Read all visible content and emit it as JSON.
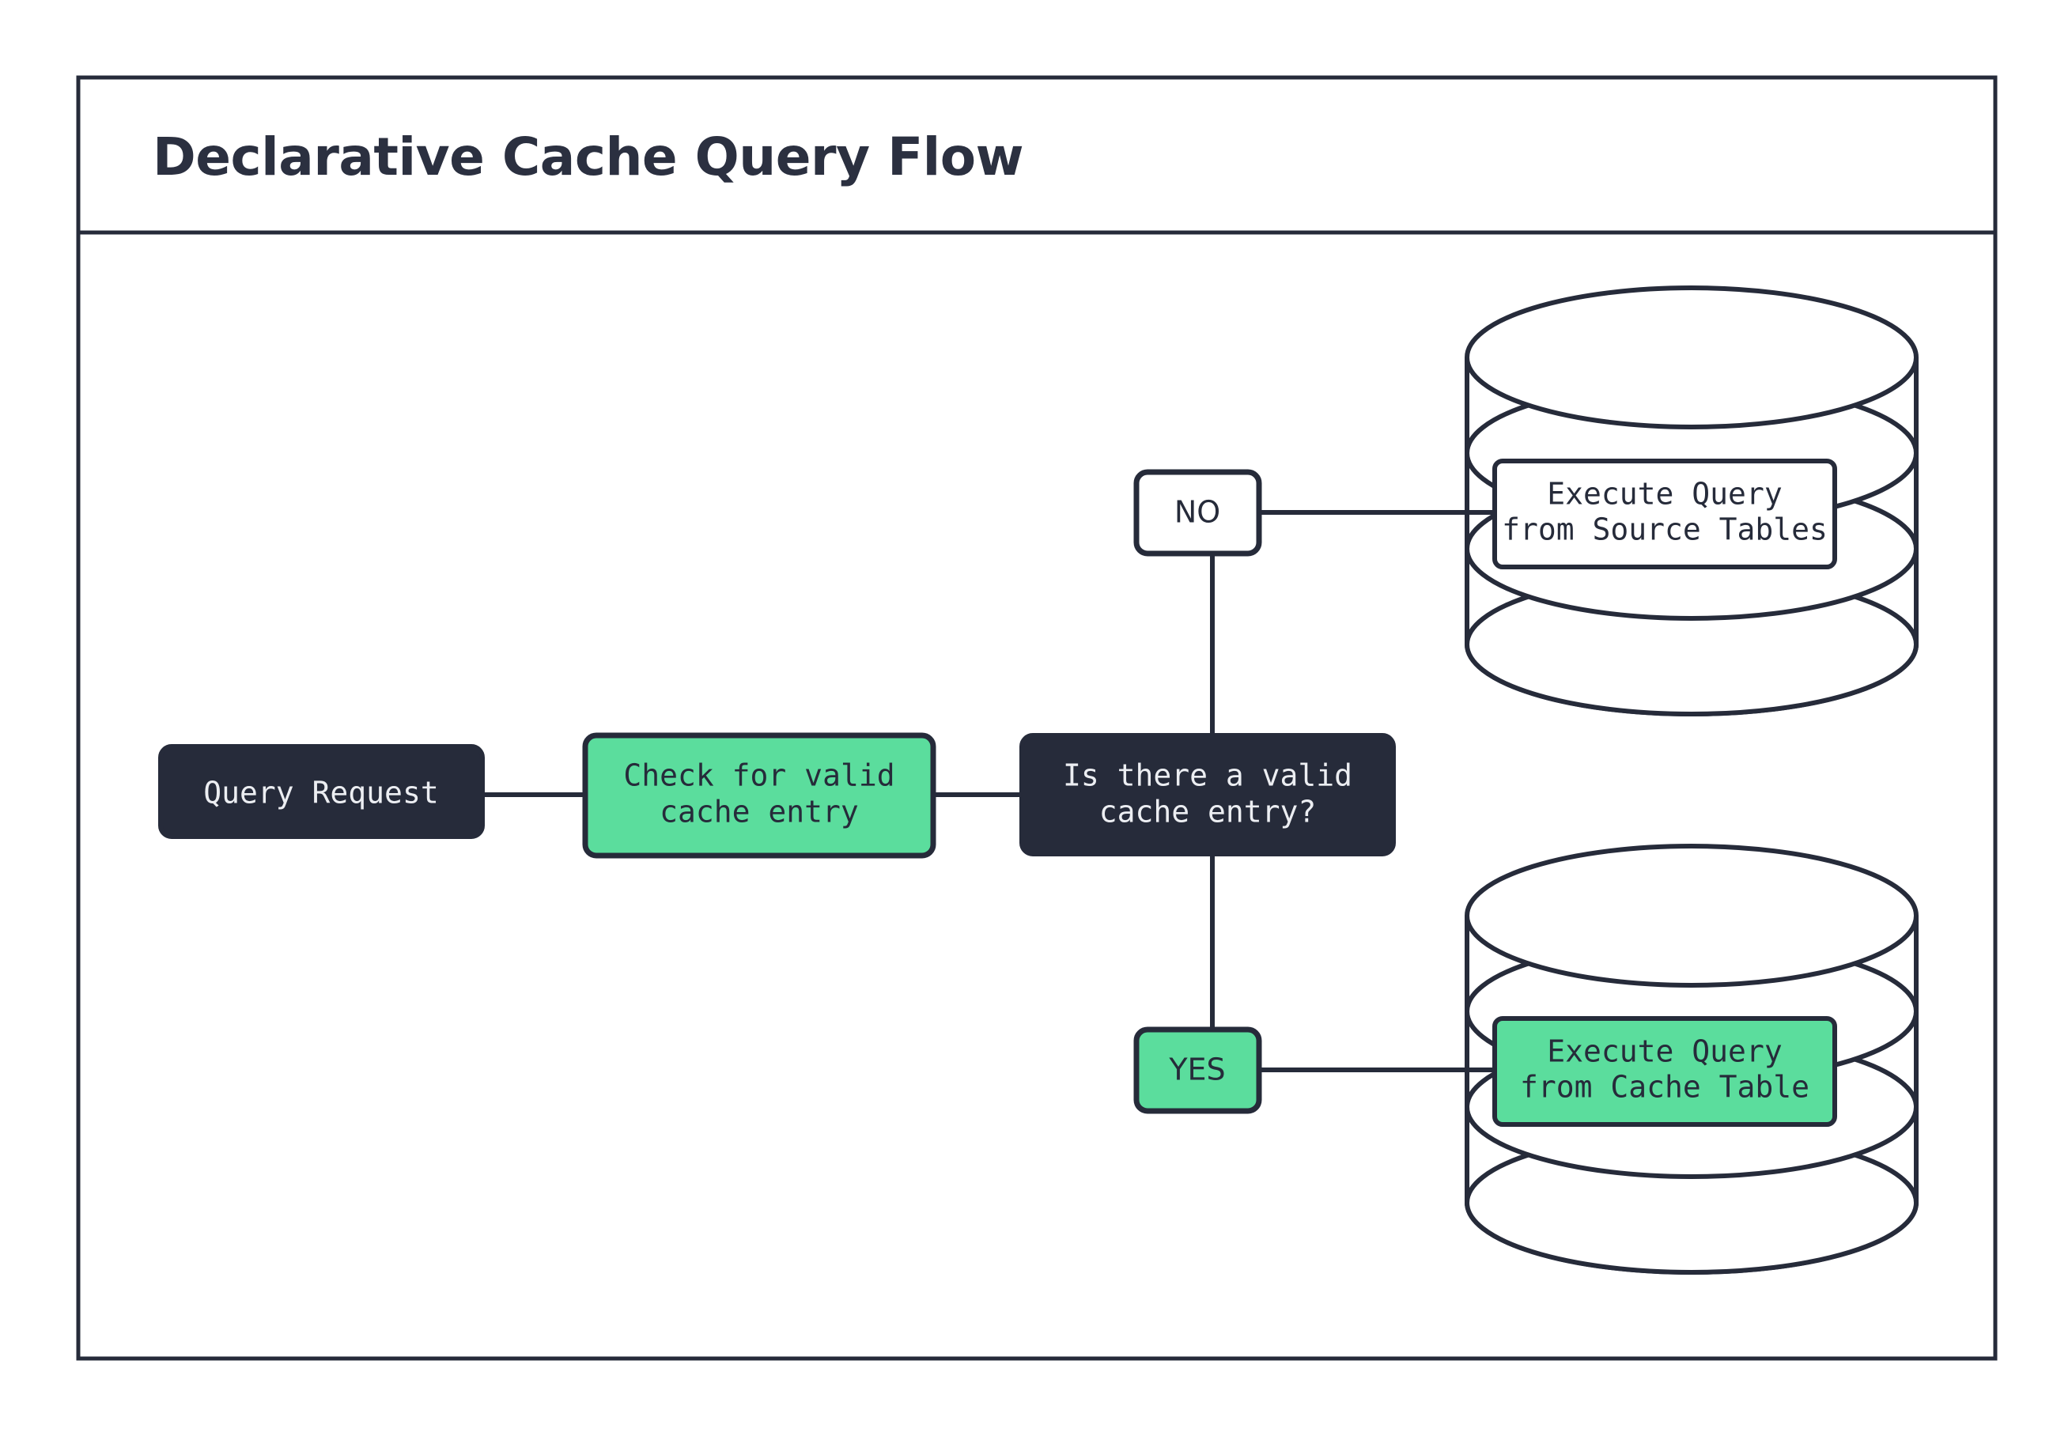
{
  "diagram": {
    "title": "Declarative Cache Query Flow",
    "colors": {
      "dark": "#262b3a",
      "green": "#5bdd9d",
      "white": "#ffffff",
      "title_text": "#2b3040",
      "light_text": "#eceef2"
    },
    "nodes": {
      "query_request": {
        "label": "Query Request",
        "style": "dark-rounded-box"
      },
      "check_cache": {
        "line1": "Check for valid",
        "line2": "cache entry",
        "style": "green-rounded-box"
      },
      "decision": {
        "line1": "Is there a valid",
        "line2": "cache entry?",
        "style": "dark-rounded-box"
      },
      "branch_no": {
        "label": "NO",
        "style": "white-rounded-box"
      },
      "branch_yes": {
        "label": "YES",
        "style": "green-rounded-box"
      },
      "source_db": {
        "line1": "Execute Query",
        "line2": "from Source Tables",
        "style": "white-label-on-cylinder",
        "shape": "database-cylinder"
      },
      "cache_db": {
        "line1": "Execute Query",
        "line2": "from Cache Table",
        "style": "green-label-on-cylinder",
        "shape": "database-cylinder"
      }
    }
  }
}
